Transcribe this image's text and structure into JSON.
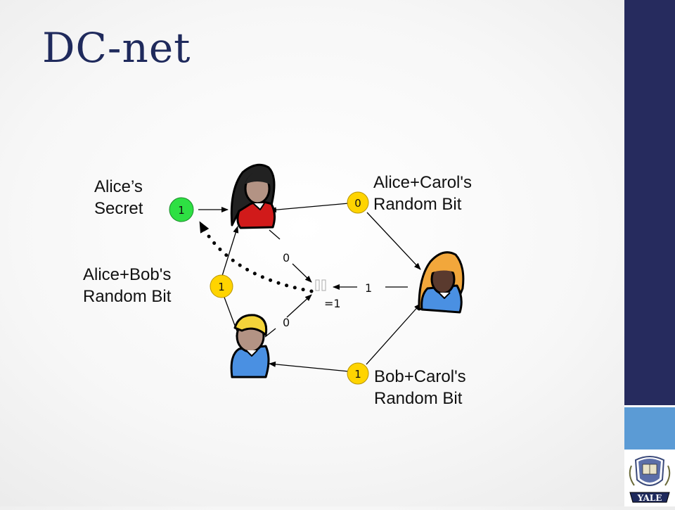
{
  "title": "DC-net",
  "labels": {
    "alice_secret": "Alice’s\nSecret",
    "alice_bob": "Alice+Bob's\nRandom Bit",
    "alice_carol": "Alice+Carol's\nRandom Bit",
    "bob_carol": "Bob+Carol's\nRandom Bit"
  },
  "badges": {
    "alice_secret": "1",
    "alice_bob": "1",
    "alice_carol": "0",
    "bob_carol": "1"
  },
  "outputs": {
    "alice_out": "0",
    "bob_out": "0",
    "carol_out": "1",
    "result": "=1"
  },
  "colors": {
    "title": "#1f2a5c",
    "sidebar_navy": "#262b5e",
    "sidebar_blue": "#5b9bd5",
    "badge_green": "#2ee043",
    "badge_yellow": "#ffd400",
    "alice_shirt": "#d11a1a",
    "bob_shirt": "#4a90e2",
    "carol_shirt": "#4a90e2"
  },
  "logo": {
    "text": "YALE",
    "icon": "yale-crest-icon"
  }
}
